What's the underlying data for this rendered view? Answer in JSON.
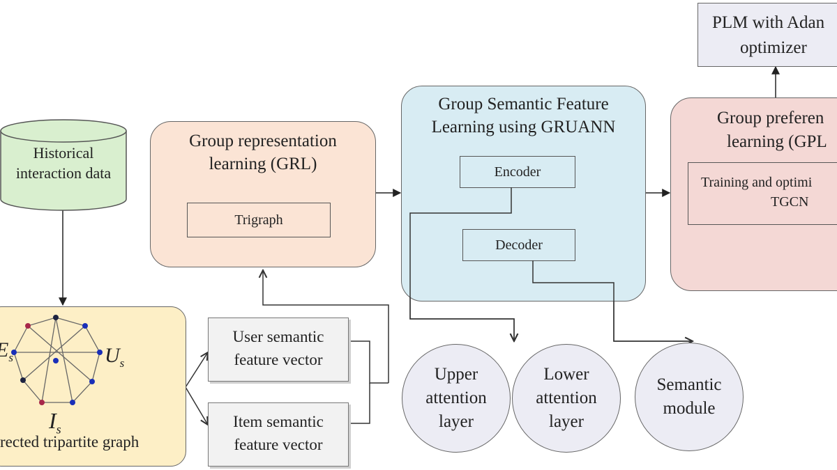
{
  "historical": {
    "line1": "Historical",
    "line2": "interaction data"
  },
  "graph": {
    "label_e": "E",
    "sub_e": "s",
    "label_u": "U",
    "sub_u": "s",
    "label_i": "I",
    "sub_i": "s",
    "caption": "rected tripartite graph"
  },
  "grl": {
    "title1": "Group representation",
    "title2": "learning (GRL)",
    "inner": "Trigraph"
  },
  "vectors": {
    "user1": "User semantic",
    "user2": "feature vector",
    "item1": "Item semantic",
    "item2": "feature vector"
  },
  "gsf": {
    "title1": "Group Semantic Feature",
    "title2": "Learning using GRUANN",
    "encoder": "Encoder",
    "decoder": "Decoder"
  },
  "circles": {
    "upper1": "Upper",
    "upper2": "attention",
    "upper3": "layer",
    "lower1": "Lower",
    "lower2": "attention",
    "lower3": "layer",
    "sem1": "Semantic",
    "sem2": "module"
  },
  "gpl": {
    "title1": "Group preferen",
    "title2": "learning (GPL",
    "inner1": "Training and optimi",
    "inner2": "TGCN"
  },
  "plm": {
    "line1": "PLM with Adan",
    "line2": "optimizer"
  },
  "colors": {
    "cylinder": "#d9efcf",
    "grl_fill": "#fbe4d5",
    "graph_fill": "#fdefc6",
    "gsf_fill": "#d8ecf3",
    "gpl_fill": "#f4d8d5",
    "plm_fill": "#ececf4",
    "vector_fill": "#f2f2f2",
    "circle_fill": "#ececf4",
    "node_blue": "#1a2fb8",
    "node_red": "#a8284a",
    "node_dark": "#1d2340"
  }
}
